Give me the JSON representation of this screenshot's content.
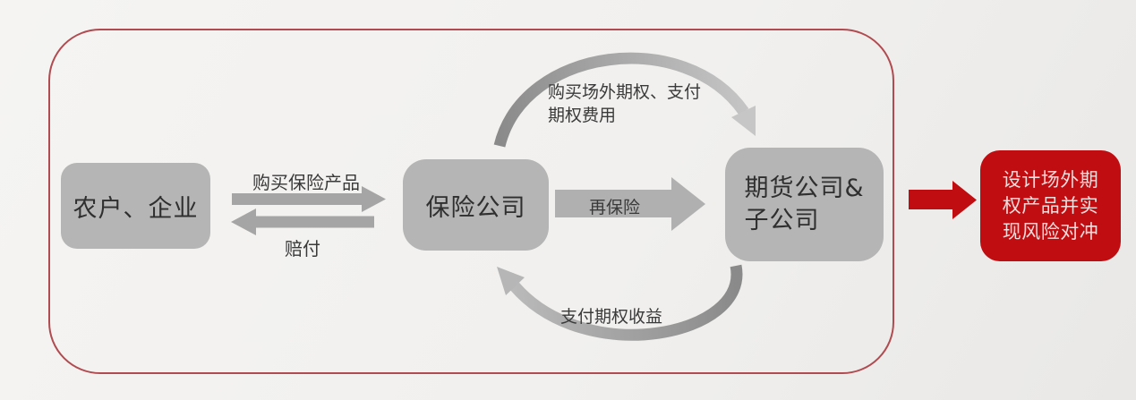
{
  "diagram": {
    "title": "",
    "nodes": {
      "farmers": {
        "label": "农户、企业"
      },
      "insurance": {
        "label": "保险公司"
      },
      "futures": {
        "line1": "期货公司&",
        "line2": "子公司"
      },
      "result": {
        "line1": "设计场外期",
        "line2": "权产品并实",
        "line3": "现风险对冲"
      }
    },
    "edges": {
      "buy_insurance": {
        "label": "购买保险产品",
        "from": "farmers",
        "to": "insurance"
      },
      "claims": {
        "label": "赔付",
        "from": "insurance",
        "to": "farmers"
      },
      "reinsurance": {
        "label": "再保险",
        "from": "insurance",
        "to": "futures"
      },
      "buy_otc_options": {
        "line1": "购买场外期权、支付",
        "line2": "期权费用",
        "from": "insurance",
        "to": "futures"
      },
      "pay_option_income": {
        "label": "支付期权收益",
        "from": "futures",
        "to": "insurance"
      },
      "to_result": {
        "label": "",
        "from": "futures",
        "to": "result"
      }
    },
    "colors": {
      "background": "#f1f0ee",
      "frame_border": "#b04b50",
      "node_fill": "#b5b5b5",
      "node_text": "#2f2f2f",
      "straight_arrow_gray": "#a5a5a5",
      "curved_arrow_dark": "#8a8a8a",
      "curved_arrow_light": "#c6c6c6",
      "accent_red": "#c00d11",
      "result_text": "#f5dddd",
      "label_text": "#3a3a3a"
    }
  }
}
